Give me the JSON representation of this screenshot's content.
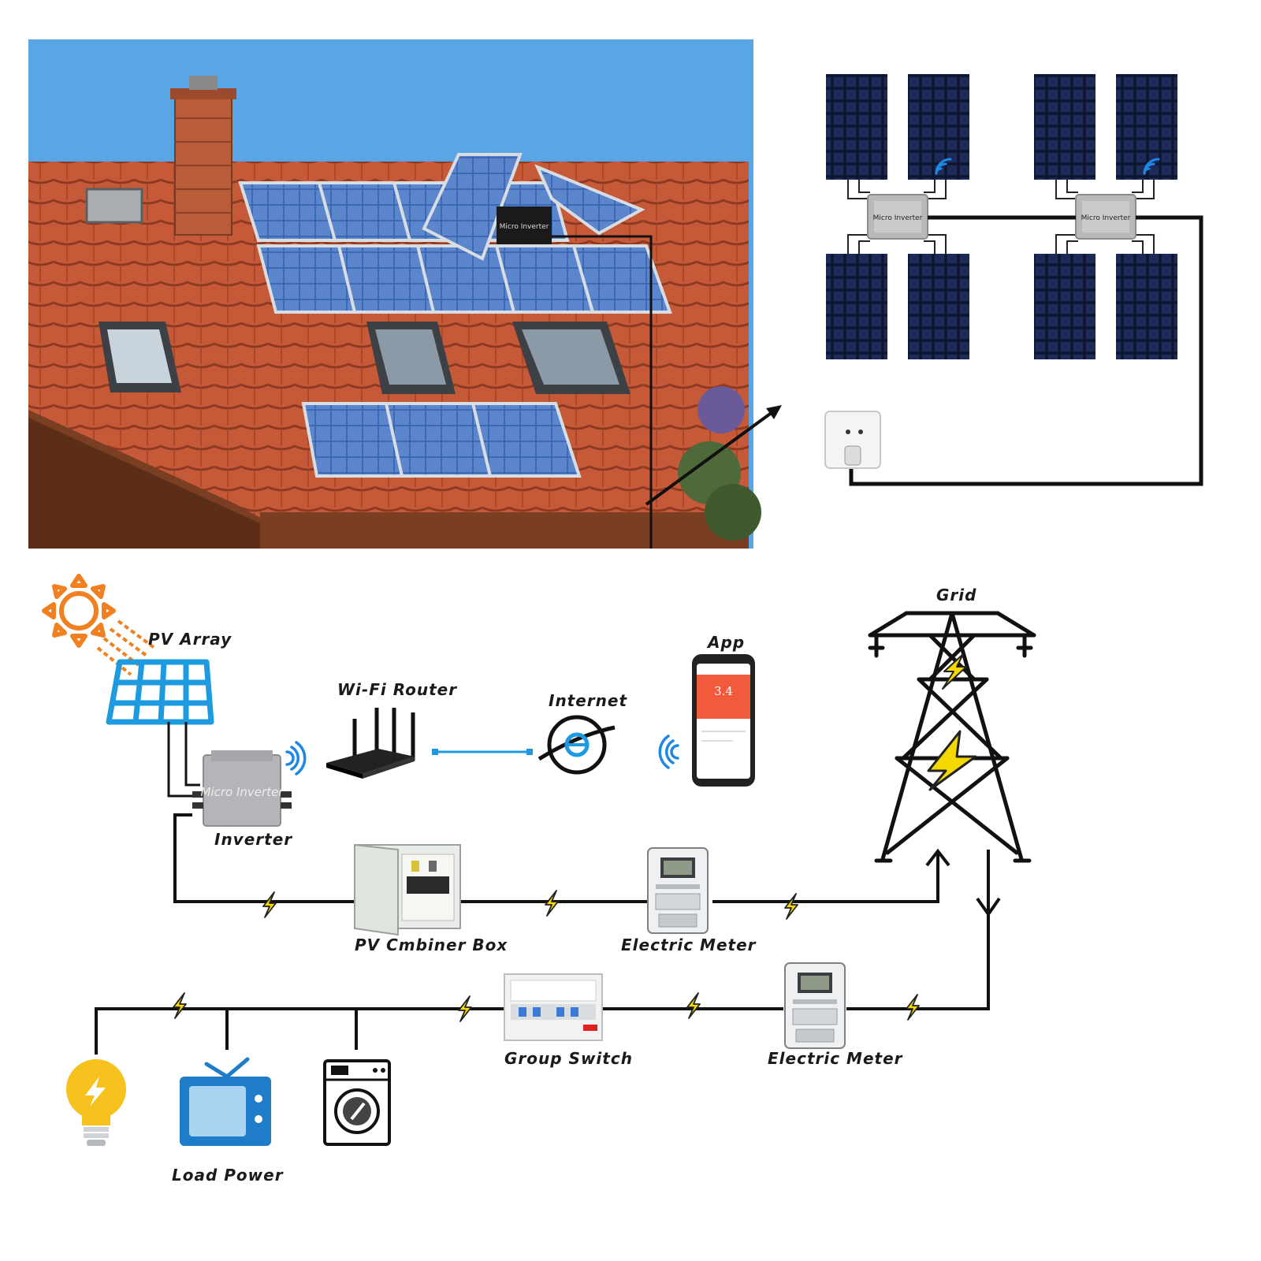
{
  "roof_scene": {
    "inverter_caption": "Micro Inverter"
  },
  "panel_diagram": {
    "inverter_caption": "Micro Inverter"
  },
  "system_diagram": {
    "labels": {
      "pv_array": "PV Array",
      "wifi_router": "Wi-Fi Router",
      "internet": "Internet",
      "app": "App",
      "grid": "Grid",
      "inverter": "Inverter",
      "combiner_box": "PV Cmbiner Box",
      "electric_meter_top": "Electric Meter",
      "group_switch": "Group Switch",
      "electric_meter_bottom": "Electric Meter",
      "load_power": "Load Power"
    },
    "inverter_caption": "Micro Inverter",
    "app_reading": "3.4"
  },
  "colors": {
    "sun": "#f08020",
    "panel_blue": "#1e9be0",
    "wifi": "#1e88e5",
    "bolt": "#f5d800",
    "tv": "#1e7cc8",
    "bulb": "#f7c21e",
    "app_screen": "#f25a3c",
    "roof_tile": "#c85a3a",
    "sky": "#5aa5e6"
  },
  "icons": [
    "sun-icon",
    "solar-panel-icon",
    "wifi-icon",
    "router-icon",
    "internet-globe-icon",
    "smartphone-icon",
    "transmission-tower-icon",
    "lightning-bolt-icon",
    "micro-inverter-icon",
    "combiner-box-icon",
    "electric-meter-icon",
    "group-switch-icon",
    "light-bulb-icon",
    "tv-icon",
    "washing-machine-icon",
    "wall-socket-icon"
  ]
}
